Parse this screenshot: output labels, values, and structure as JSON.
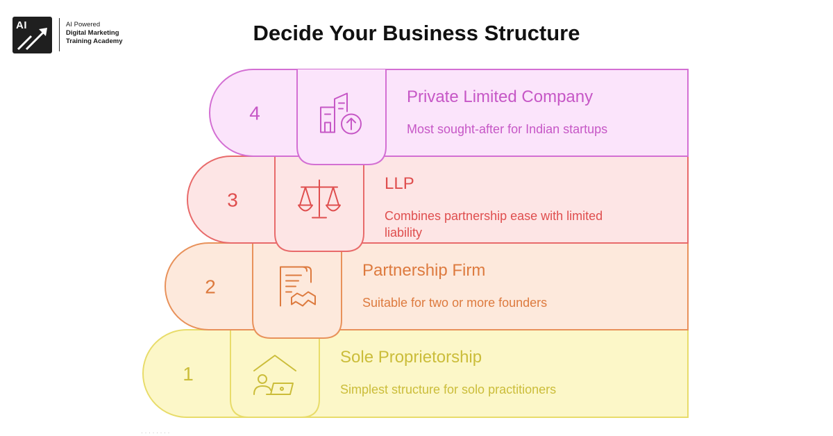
{
  "header": {
    "logo_mark": "AI",
    "logo_line1": "AI Powered",
    "logo_line2": "Digital Marketing",
    "logo_line3": "Training Academy",
    "title": "Decide Your Business Structure"
  },
  "stages": [
    {
      "number": "4",
      "title": "Private Limited Company",
      "desc_lines": [
        "Most sought-after for Indian startups"
      ],
      "icon": "building-growth-icon",
      "color": "#d36fd3",
      "fill": "#fbe4fb",
      "text_color": "#c657c6"
    },
    {
      "number": "3",
      "title": "LLP",
      "desc_lines": [
        "Combines partnership ease with limited",
        "liability"
      ],
      "icon": "balance-scale-icon",
      "color": "#e86a6a",
      "fill": "#fde5e5",
      "text_color": "#df4e4e"
    },
    {
      "number": "2",
      "title": "Partnership Firm",
      "desc_lines": [
        "Suitable for two or more founders"
      ],
      "icon": "contract-handshake-icon",
      "color": "#e8915a",
      "fill": "#fde9dc",
      "text_color": "#dd7a3e"
    },
    {
      "number": "1",
      "title": "Sole Proprietorship",
      "desc_lines": [
        "Simplest structure for solo practitioners"
      ],
      "icon": "home-worker-icon",
      "color": "#e8dc6a",
      "fill": "#fcf7c8",
      "text_color": "#cbbd3a"
    }
  ]
}
